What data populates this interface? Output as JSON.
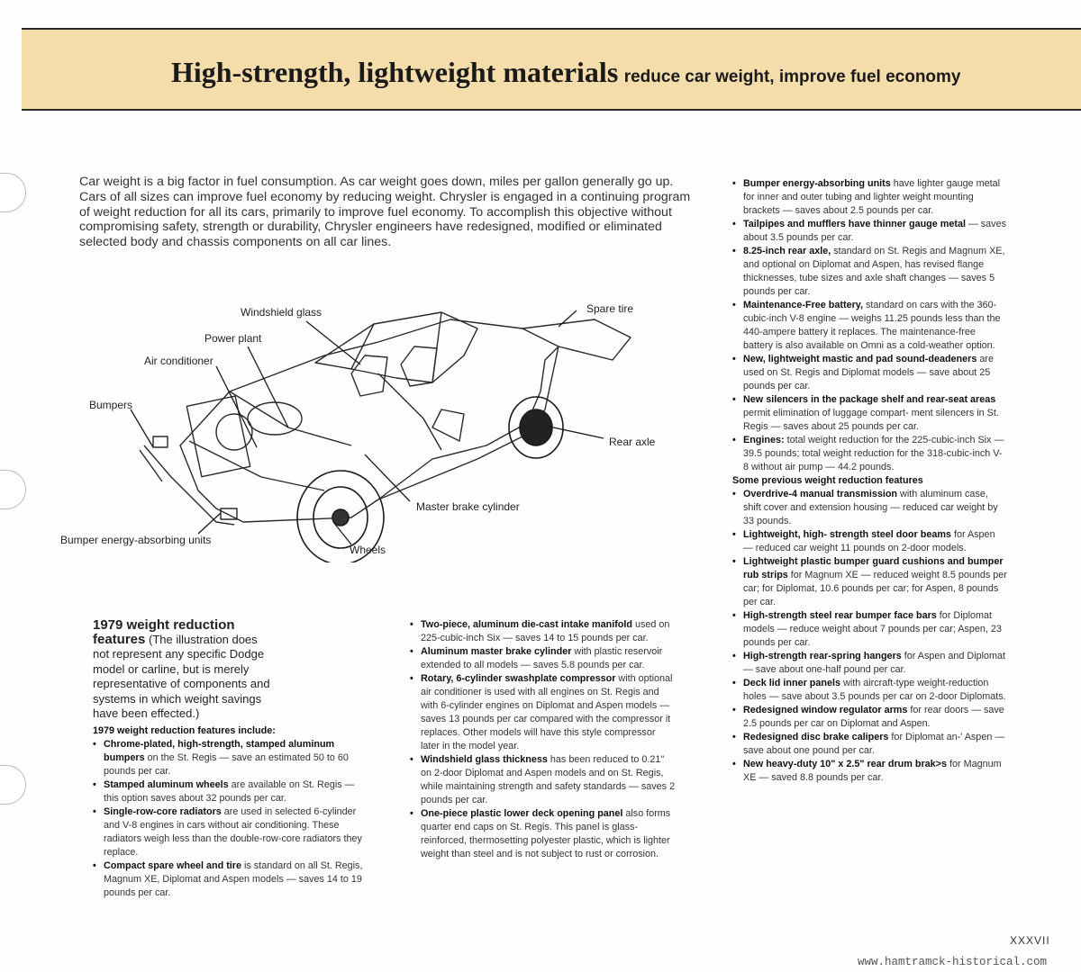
{
  "header": {
    "title_main": "High-strength, lightweight materials",
    "title_sub": "reduce car weight, improve fuel economy"
  },
  "intro": "Car weight is a big factor in fuel consumption. As car weight goes down, miles per gallon generally go up. Cars of all sizes can improve fuel economy by reducing weight. Chrysler is engaged in a continuing program of weight reduction for all its cars, primarily to improve fuel economy. To accomplish this objective without compromising safety, strength or durability, Chrysler engineers have redesigned, modified or eliminated selected body and chassis components on all car lines.",
  "diagram": {
    "labels": {
      "windshield_glass": "Windshield glass",
      "power_plant": "Power plant",
      "air_conditioner": "Air conditioner",
      "bumpers": "Bumpers",
      "bumper_energy": "Bumper energy-absorbing units",
      "wheels": "Wheels",
      "master_brake": "Master brake cylinder",
      "rear_axle": "Rear axle",
      "spare_tire": "Spare tire"
    }
  },
  "section": {
    "title_line1": "1979 weight reduction",
    "title_line2": "features",
    "description": "(The illustration does not represent any specific Dodge model or carline, but is merely representative of components and systems in which weight savings have been effected.)",
    "list_heading": "1979 weight reduction features include:"
  },
  "col1_items": [
    {
      "bold": "Chrome-plated, high-strength, stamped aluminum bumpers",
      "text": " on the St. Regis — save an estimated 50 to 60 pounds per car."
    },
    {
      "bold": "Stamped aluminum wheels",
      "text": " are available on St. Regis — this option saves about 32 pounds per car."
    },
    {
      "bold": "Single-row-core radiators",
      "text": " are used in selected 6-cylinder and V-8 engines in cars without air conditioning. These radiators weigh less than the double-row-core radiators they replace."
    },
    {
      "bold": "Compact spare wheel and tire",
      "text": " is standard on all St. Regis, Magnum XE, Diplomat and Aspen models — saves 14 to 19 pounds per car."
    }
  ],
  "col2_items": [
    {
      "bold": "Two-piece, aluminum die-cast intake manifold",
      "text": " used on 225-cubic-inch Six — saves 14 to 15 pounds per car."
    },
    {
      "bold": "Aluminum master brake cylinder",
      "text": " with plastic reservoir extended to all models — saves 5.8 pounds per car."
    },
    {
      "bold": "Rotary, 6-cylinder swashplate compressor",
      "text": " with optional air conditioner is used with all engines on St. Regis and with 6-cylinder engines on Diplomat and Aspen models — saves 13 pounds per car compared with the compressor it replaces. Other models will have this style compressor later in the model year."
    },
    {
      "bold": "Windshield glass thickness",
      "text": " has been reduced to 0.21\" on 2-door Diplomat and Aspen models and on St. Regis, while maintaining strength and safety standards — saves 2 pounds per car."
    },
    {
      "bold": "One-piece plastic lower deck opening panel",
      "text": " also forms quarter end caps on St. Regis. This panel is glass-reinforced, thermosetting polyester plastic, which is lighter weight than steel and is not subject to rust or corrosion."
    }
  ],
  "col3_items": [
    {
      "bold": "Bumper energy-absorbing units",
      "text": " have lighter gauge metal for inner and outer tubing and lighter weight mounting brackets — saves about 2.5 pounds per car."
    },
    {
      "bold": "Tailpipes and mufflers have thinner gauge metal",
      "text": " — saves about 3.5 pounds per car."
    },
    {
      "bold": "8.25-inch rear axle,",
      "text": " standard on St. Regis and Magnum XE, and optional on Diplomat and Aspen, has revised flange thicknesses, tube sizes and axle shaft changes — saves 5 pounds per car."
    },
    {
      "bold": "Maintenance-Free battery,",
      "text": " standard on cars with the 360-cubic-inch V-8 engine — weighs 11.25 pounds less than the 440-ampere battery it replaces. The maintenance-free battery is also available on Omni as a cold-weather option."
    },
    {
      "bold": "New, lightweight mastic and pad sound-deadeners",
      "text": " are used on St. Regis and Diplomat models — save about 25 pounds per car."
    },
    {
      "bold": "New silencers in the package shelf and rear-seat areas",
      "text": " permit elimination of luggage compart- ment silencers in St. Regis — saves about 25 pounds per car."
    },
    {
      "bold": "Engines:",
      "text": " total weight reduction for the 225-cubic-inch Six — 39.5 pounds; total weight reduction for the 318-cubic-inch V-8 without air pump — 44.2 pounds."
    }
  ],
  "col3_heading": "Some previous weight reduction features",
  "col3_items_b": [
    {
      "bold": "Overdrive-4 manual transmission",
      "text": " with aluminum case, shift cover and extension housing — reduced car weight by 33 pounds."
    },
    {
      "bold": "Lightweight, high- strength steel door beams",
      "text": " for Aspen — reduced car weight 11 pounds on 2-door models."
    },
    {
      "bold": "Lightweight plastic bumper guard cushions and bumper rub strips",
      "text": " for Magnum XE — reduced weight 8.5 pounds per car; for Diplomat, 10.6 pounds per car; for Aspen, 8 pounds per car."
    },
    {
      "bold": "High-strength steel rear bumper face bars",
      "text": " for Diplomat models — reduce weight about 7 pounds per car; Aspen, 23 pounds per car."
    },
    {
      "bold": "High-strength rear-spring hangers",
      "text": " for Aspen and Diplomat — save about one-half pound per car."
    },
    {
      "bold": "Deck lid inner panels",
      "text": " with aircraft-type weight-reduction holes — save about 3.5 pounds per car on 2-door Diplomats."
    },
    {
      "bold": "Redesigned window regulator arms",
      "text": " for rear doors — save 2.5 pounds per car on Diplomat and Aspen."
    },
    {
      "bold": "Redesigned disc brake calipers",
      "text": " for Diplomat an-' Aspen — save about one pound per car."
    },
    {
      "bold": "New heavy-duty 10\" x 2.5\" rear drum brak>s",
      "text": " for Magnum XE — saved 8.8 pounds per car."
    }
  ],
  "page_number": "XXXVII",
  "watermark": "www.hamtramck-historical.com"
}
